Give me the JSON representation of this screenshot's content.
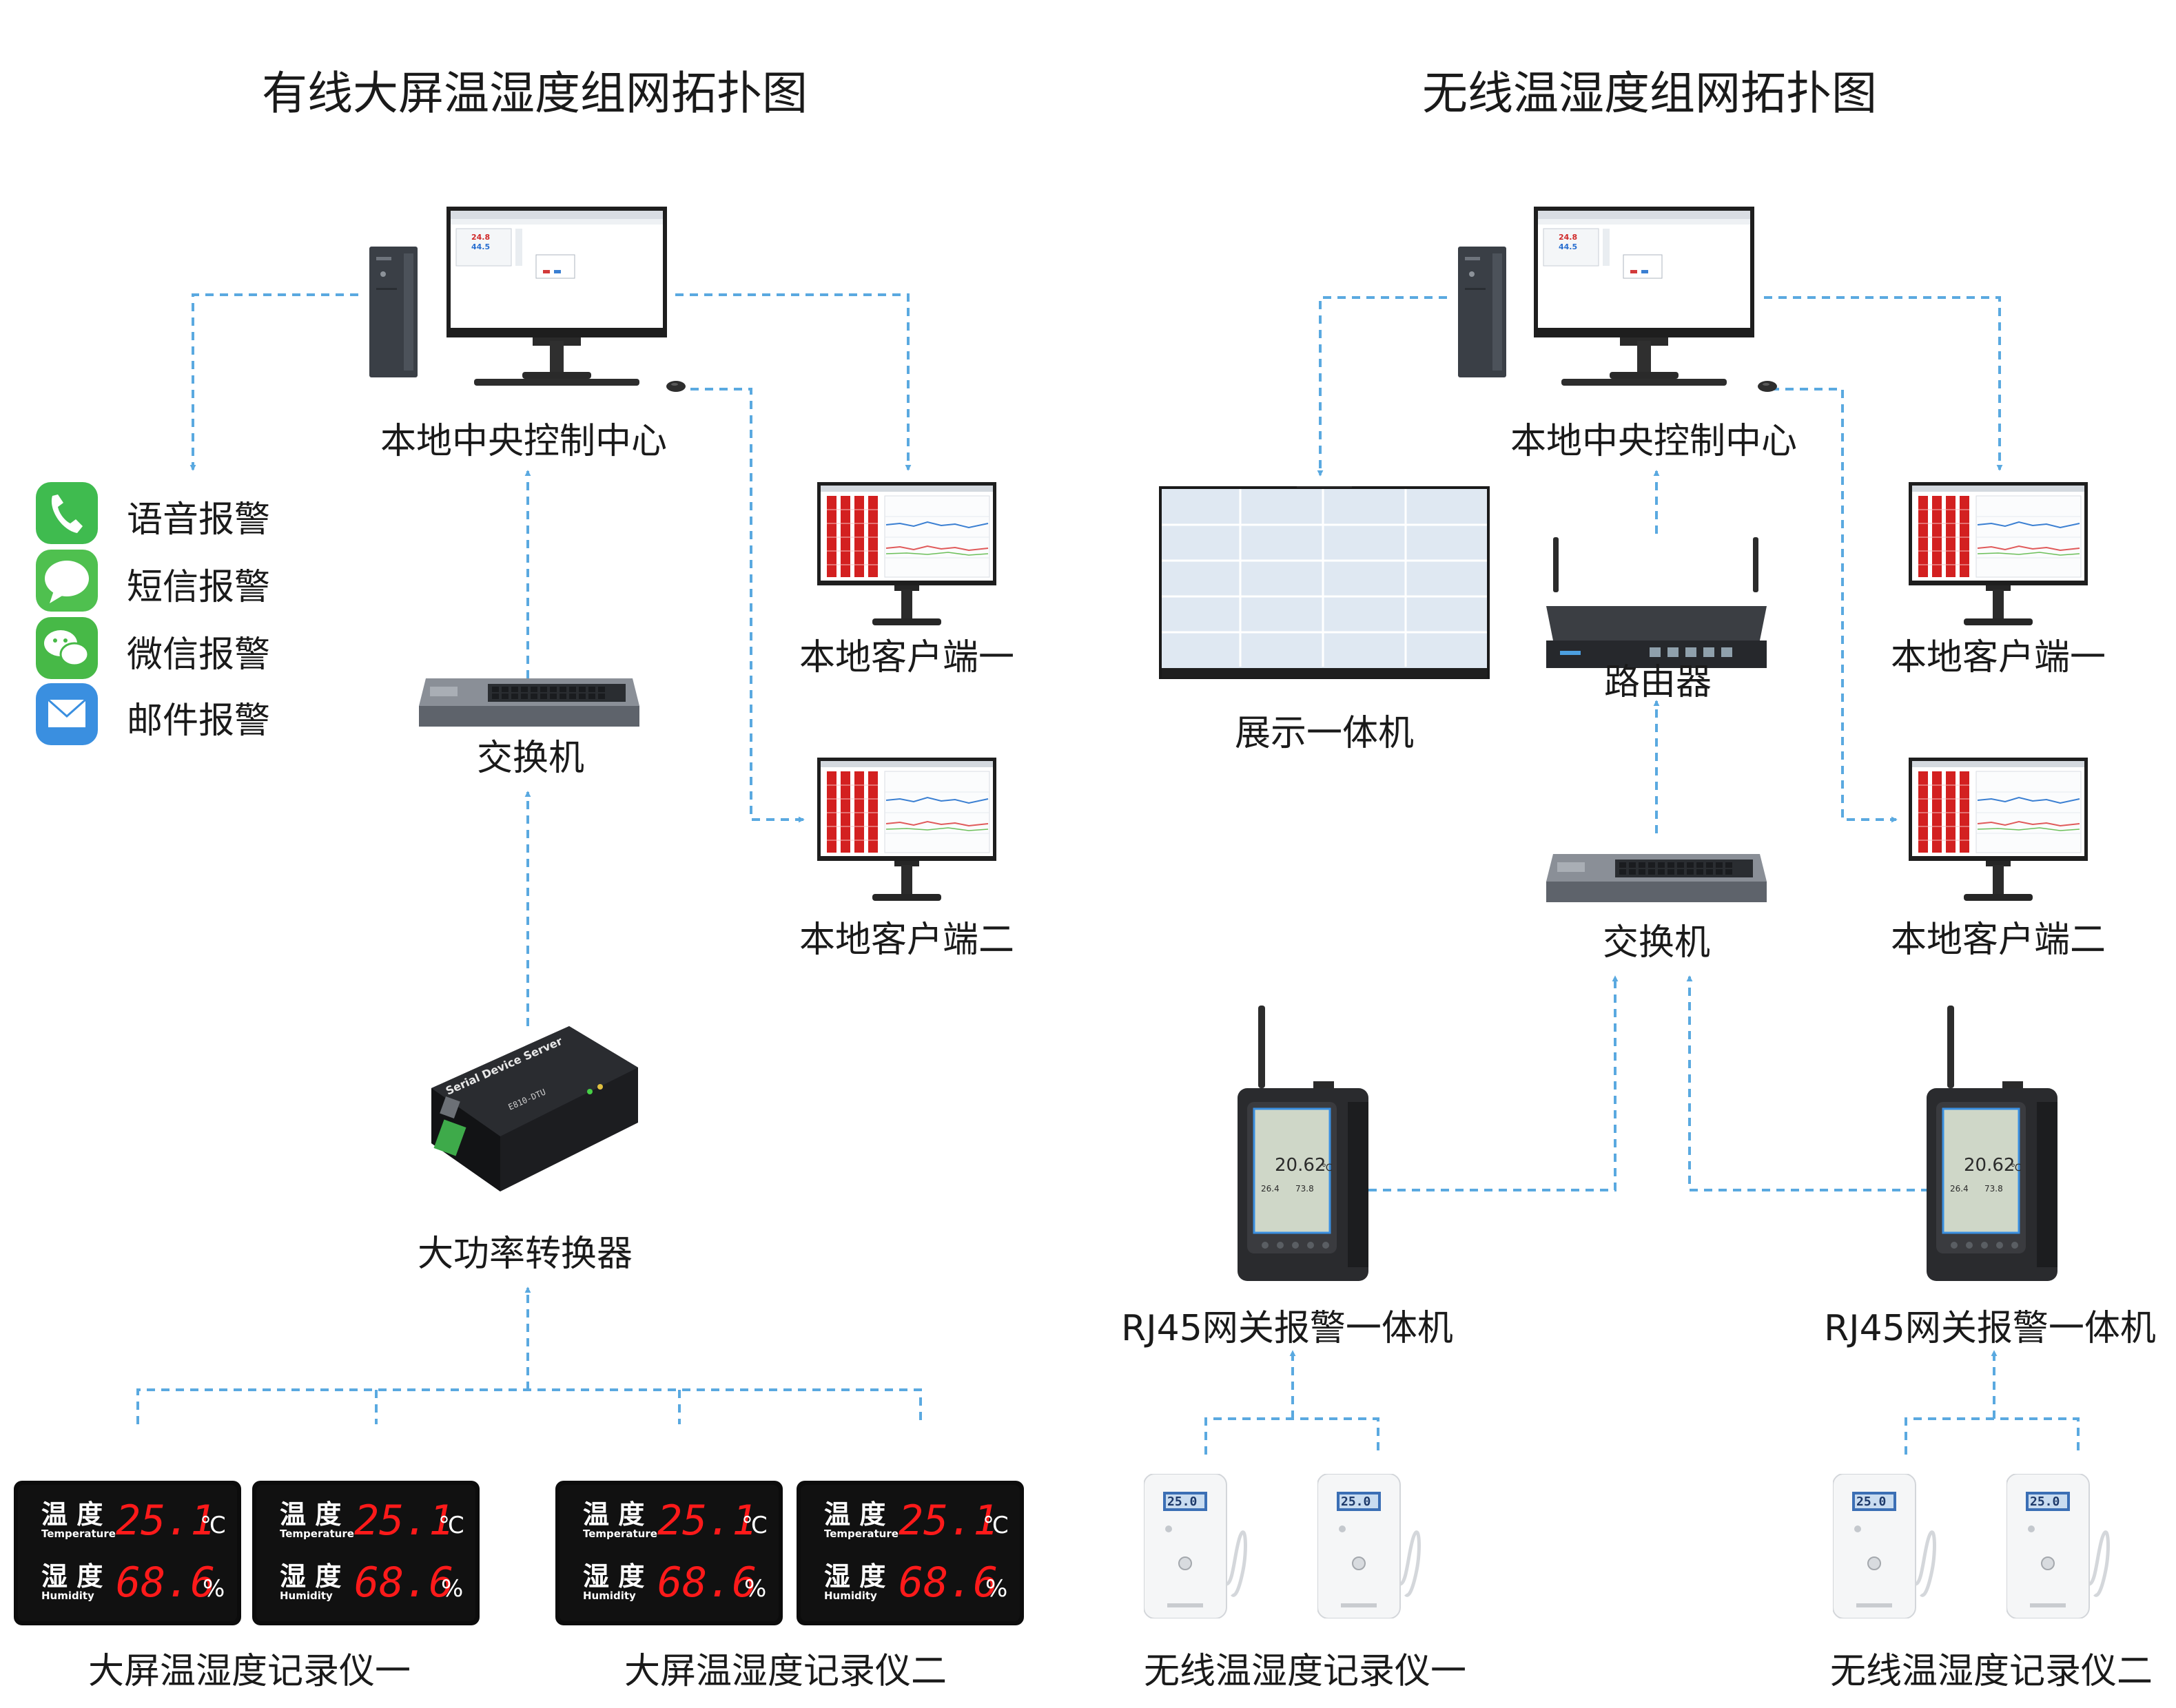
{
  "titles": {
    "wired": "有线大屏温湿度组网拓扑图",
    "wireless": "无线温湿度组网拓扑图"
  },
  "wired": {
    "center": "本地中央控制中心",
    "client1": "本地客户端一",
    "client2": "本地客户端二",
    "switch": "交换机",
    "converter": "大功率转换器",
    "recorder_group1": "大屏温湿度记录仪一",
    "recorder_group2": "大屏温湿度记录仪二"
  },
  "alarms": [
    {
      "icon": "phone-icon",
      "label": "语音报警",
      "color": "#3fbb4f"
    },
    {
      "icon": "sms-icon",
      "label": "短信报警",
      "color": "#4fc04f"
    },
    {
      "icon": "wechat-icon",
      "label": "微信报警",
      "color": "#47b947"
    },
    {
      "icon": "mail-icon",
      "label": "邮件报警",
      "color": "#3a8fe0"
    }
  ],
  "wireless": {
    "center": "本地中央控制中心",
    "display": "展示一体机",
    "router": "路由器",
    "switch": "交换机",
    "client1": "本地客户端一",
    "client2": "本地客户端二",
    "gateway1": "RJ45网关报警一体机",
    "gateway2": "RJ45网关报警一体机",
    "recorder1": "无线温湿度记录仪一",
    "recorder2": "无线温湿度记录仪二"
  },
  "led_display": {
    "temp_cn": "温 度",
    "temp_en": "Temperature",
    "temp_value": "25.1",
    "temp_unit": "℃",
    "hum_cn": "湿 度",
    "hum_en": "Humidity",
    "hum_value": "68.6",
    "hum_unit": "%"
  },
  "monitor_screen": {
    "temp": "24.8",
    "hum": "44.5"
  },
  "gateway_screen": {
    "main": "20.62",
    "unit": "℃",
    "sub1": "26.4",
    "sub2": "73.8"
  },
  "sensor_screen": {
    "value": "25.0"
  },
  "converter_text": {
    "name": "Serial Device Server",
    "model": "E810-DTU"
  },
  "colors": {
    "connector": "#5aa9e0",
    "led_red": "#ff1a1a",
    "led_bg": "#0c0c0c"
  }
}
